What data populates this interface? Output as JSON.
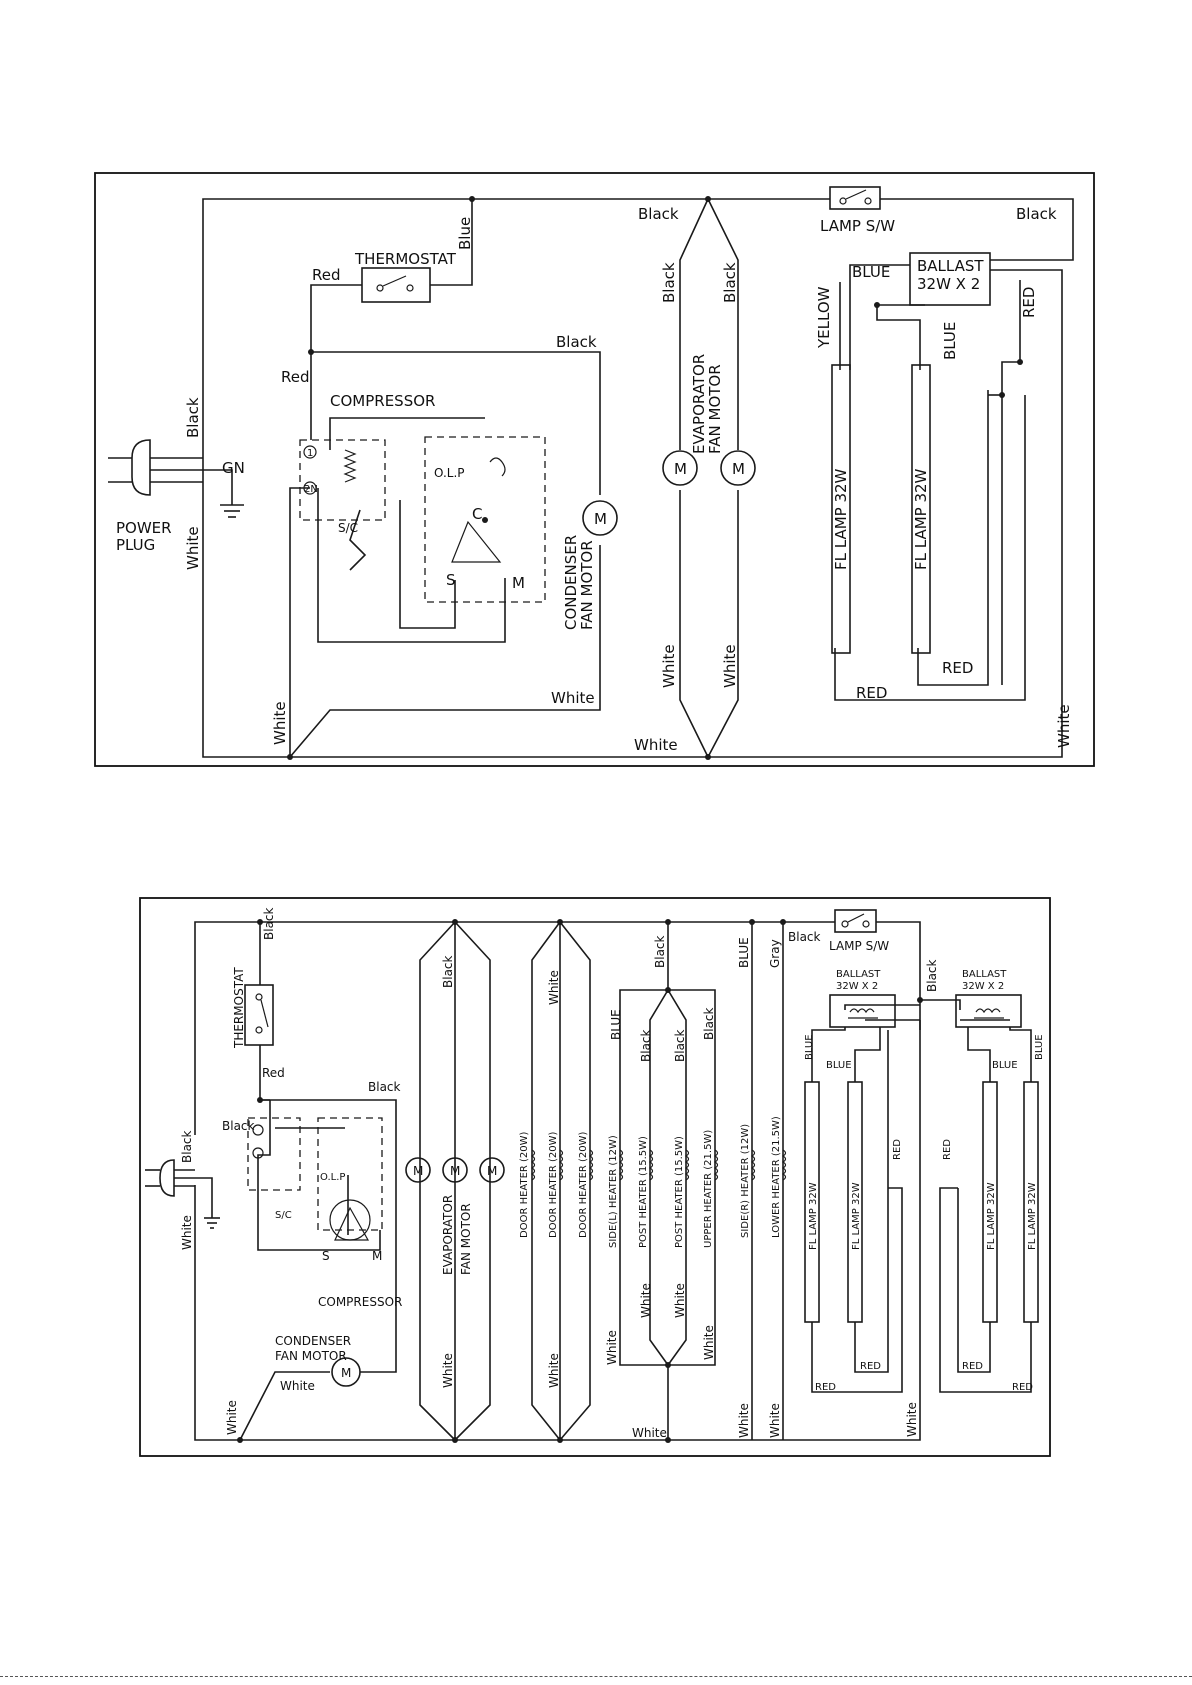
{
  "diagram1": {
    "labels": {
      "black_top": "Black",
      "lamp_sw": "LAMP S/W",
      "black_right": "Black",
      "thermostat": "THERMOSTAT",
      "red_top": "Red",
      "blue_vert": "Blue",
      "black_mid": "Black",
      "red_left": "Red",
      "compressor": "COMPRESSOR",
      "black_cord": "Black",
      "gn": "GN",
      "power_plug": "POWER\nPLUG",
      "white_cord": "White",
      "olp": "O.L.P",
      "sc": "S/C",
      "term_c": "C",
      "term_s": "S",
      "term_m": "M",
      "term_1": "1",
      "term_2": "2N",
      "motor": "M",
      "condenser_fan_motor": "CONDENSER\nFAN MOTOR",
      "evap_black_l": "Black",
      "evap_black_r": "Black",
      "evap_label": "EVAPORATOR\nFAN MOTOR",
      "evap_white_l": "White",
      "evap_white_r": "White",
      "white_bottom": "White",
      "white_cond": "White",
      "white_left": "White",
      "ballast": "BALLAST\n32W X 2",
      "blue_ballast": "BLUE",
      "yellow": "YELLOW",
      "blue_lamp2": "BLUE",
      "red_ballast": "RED",
      "fl_lamp_1": "FL LAMP 32W",
      "fl_lamp_2": "FL LAMP 32W",
      "red_inner": "RED",
      "red_outer": "RED",
      "white_right": "White"
    }
  },
  "diagram2": {
    "labels": {
      "black_thermo": "Black",
      "thermostat": "THERMOSTAT",
      "red_thermo": "Red",
      "black_mid": "Black",
      "black_comp": "Black",
      "black_cord": "Black",
      "white_cord": "White",
      "olp": "O.L.P",
      "sc": "S/C",
      "term_s": "S",
      "term_m": "M",
      "compressor": "COMPRESSOR",
      "condenser_fan_motor": "CONDENSER\nFAN MOTOR",
      "white_cond": "White",
      "white_left": "White",
      "motor": "M",
      "evap_black": "Black",
      "evap_label": "EVAPORATOR\nFAN MOTOR",
      "evap_white": "White",
      "door_white_top": "White",
      "door_white_bot": "White",
      "door_heater_1": "DOOR HEATER (20W)",
      "door_heater_2": "DOOR HEATER (20W)",
      "door_heater_3": "DOOR HEATER (20W)",
      "black_top_center": "Black",
      "blue_side_l": "BLUE",
      "black_post_l": "Black",
      "black_post_r": "Black",
      "black_upper": "Black",
      "side_l_heater": "SIDE(L) HEATER (12W)",
      "post_heater_1": "POST HEATER (15.5W)",
      "post_heater_2": "POST HEATER (15.5W)",
      "upper_heater": "UPPER HEATER (21.5W)",
      "white_side_l": "White",
      "white_post_l": "White",
      "white_post_r": "White",
      "white_upper": "White",
      "white_bottom": "White",
      "blue_side_r": "BLUE",
      "side_r_heater": "SIDE(R) HEATER (12W)",
      "white_side_r": "White",
      "gray": "Gray",
      "lower_heater": "LOWER HEATER (21.5W)",
      "white_lower": "White",
      "black_lamp": "Black",
      "lamp_sw": "LAMP S/W",
      "black_ballast": "Black",
      "ballast_l": "BALLAST\n32W X 2",
      "ballast_r": "BALLAST\n32W X 2",
      "blue_1": "BLUE",
      "blue_2": "BLUE",
      "blue_3": "BLUE",
      "blue_4": "BLUE",
      "red_1": "RED",
      "red_2": "RED",
      "red_3": "RED",
      "red_4": "RED",
      "red_5": "RED",
      "red_6": "RED",
      "fl_lamp_1": "FL LAMP 32W",
      "fl_lamp_2": "FL LAMP 32W",
      "fl_lamp_3": "FL LAMP 32W",
      "fl_lamp_4": "FL LAMP 32W",
      "white_right": "White"
    }
  }
}
